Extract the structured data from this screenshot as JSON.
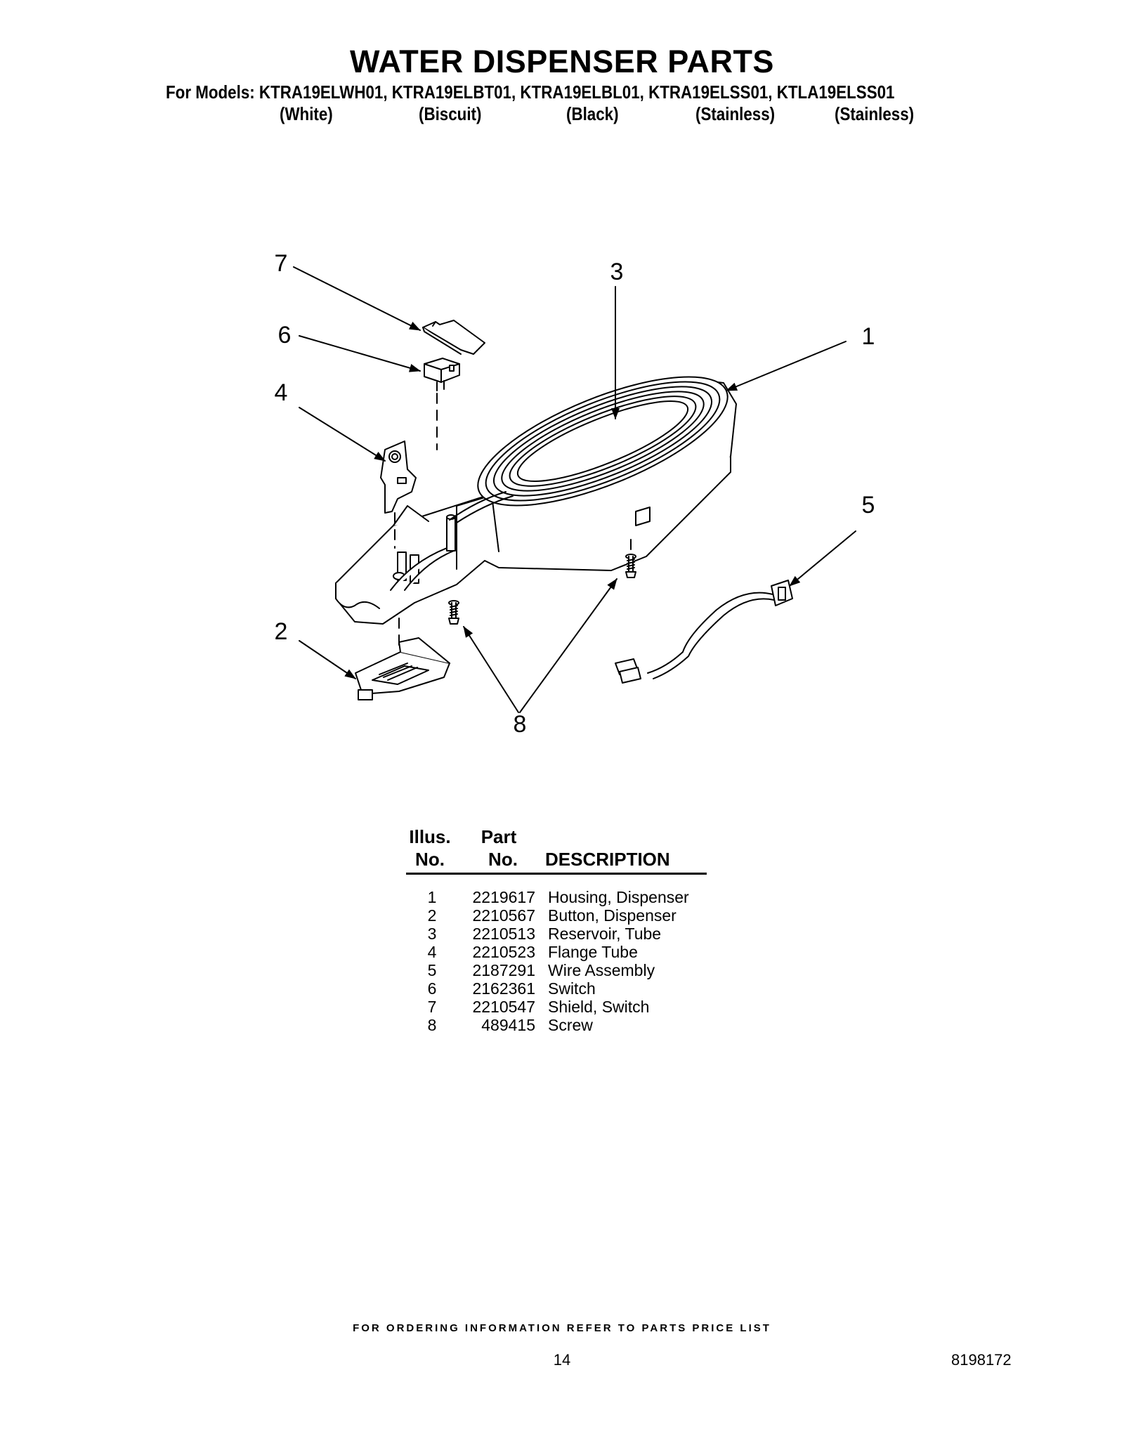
{
  "page": {
    "title": "WATER DISPENSER PARTS",
    "models_line": "For Models: KTRA19ELWH01, KTRA19ELBT01, KTRA19ELBL01, KTRA19ELSS01, KTLA19ELSS01",
    "model_colors": [
      "(White)",
      "(Biscuit)",
      "(Black)",
      "(Stainless)",
      "(Stainless)"
    ]
  },
  "diagram": {
    "callouts": [
      "7",
      "6",
      "4",
      "3",
      "1",
      "5",
      "2",
      "8"
    ]
  },
  "parts_table": {
    "headers": {
      "illus_top": "Illus.",
      "illus_bottom": "No.",
      "part_top": "Part",
      "part_bottom": "No.",
      "description": "DESCRIPTION"
    },
    "rows": [
      {
        "no": "1",
        "part": "2219617",
        "desc": "Housing, Dispenser"
      },
      {
        "no": "2",
        "part": "2210567",
        "desc": "Button, Dispenser"
      },
      {
        "no": "3",
        "part": "2210513",
        "desc": "Reservoir, Tube"
      },
      {
        "no": "4",
        "part": "2210523",
        "desc": "Flange Tube"
      },
      {
        "no": "5",
        "part": "2187291",
        "desc": "Wire Assembly"
      },
      {
        "no": "6",
        "part": "2162361",
        "desc": "Switch"
      },
      {
        "no": "7",
        "part": "2210547",
        "desc": "Shield, Switch"
      },
      {
        "no": "8",
        "part": "489415",
        "desc": "Screw"
      }
    ]
  },
  "footer": {
    "note": "FOR ORDERING INFORMATION REFER TO PARTS PRICE LIST",
    "page_number": "14",
    "document_number": "8198172"
  }
}
